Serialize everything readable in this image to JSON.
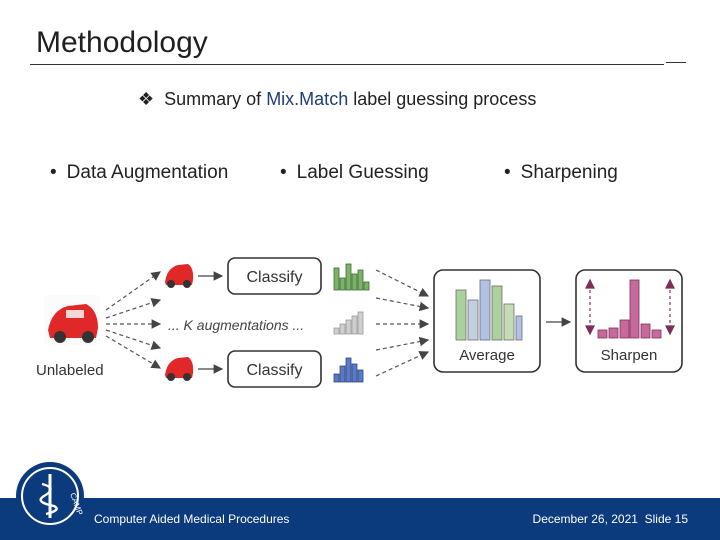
{
  "slide": {
    "title": "Methodology",
    "summary_prefix": "Summary of ",
    "summary_highlight": "Mix.Match",
    "summary_suffix": " label guessing process",
    "bullets": [
      "Data Augmentation",
      "Label Guessing",
      "Sharpening"
    ]
  },
  "diagram": {
    "unlabeled_label": "Unlabeled",
    "classify_label": "Classify",
    "k_augmentations_label": "... K augmentations ...",
    "average_label": "Average",
    "sharpen_label": "Sharpen",
    "colors": {
      "green": "#7cb36b",
      "blue": "#5b79c8",
      "gray": "#b8b8b8",
      "pink": "#c7699a",
      "box_border": "#333333"
    }
  },
  "footer": {
    "left_text": "Computer Aided Medical Procedures",
    "date": "December 26, 2021",
    "slide_label": "Slide 15",
    "logo_text": "CAMP",
    "bar_color": "#0b3a7d"
  }
}
